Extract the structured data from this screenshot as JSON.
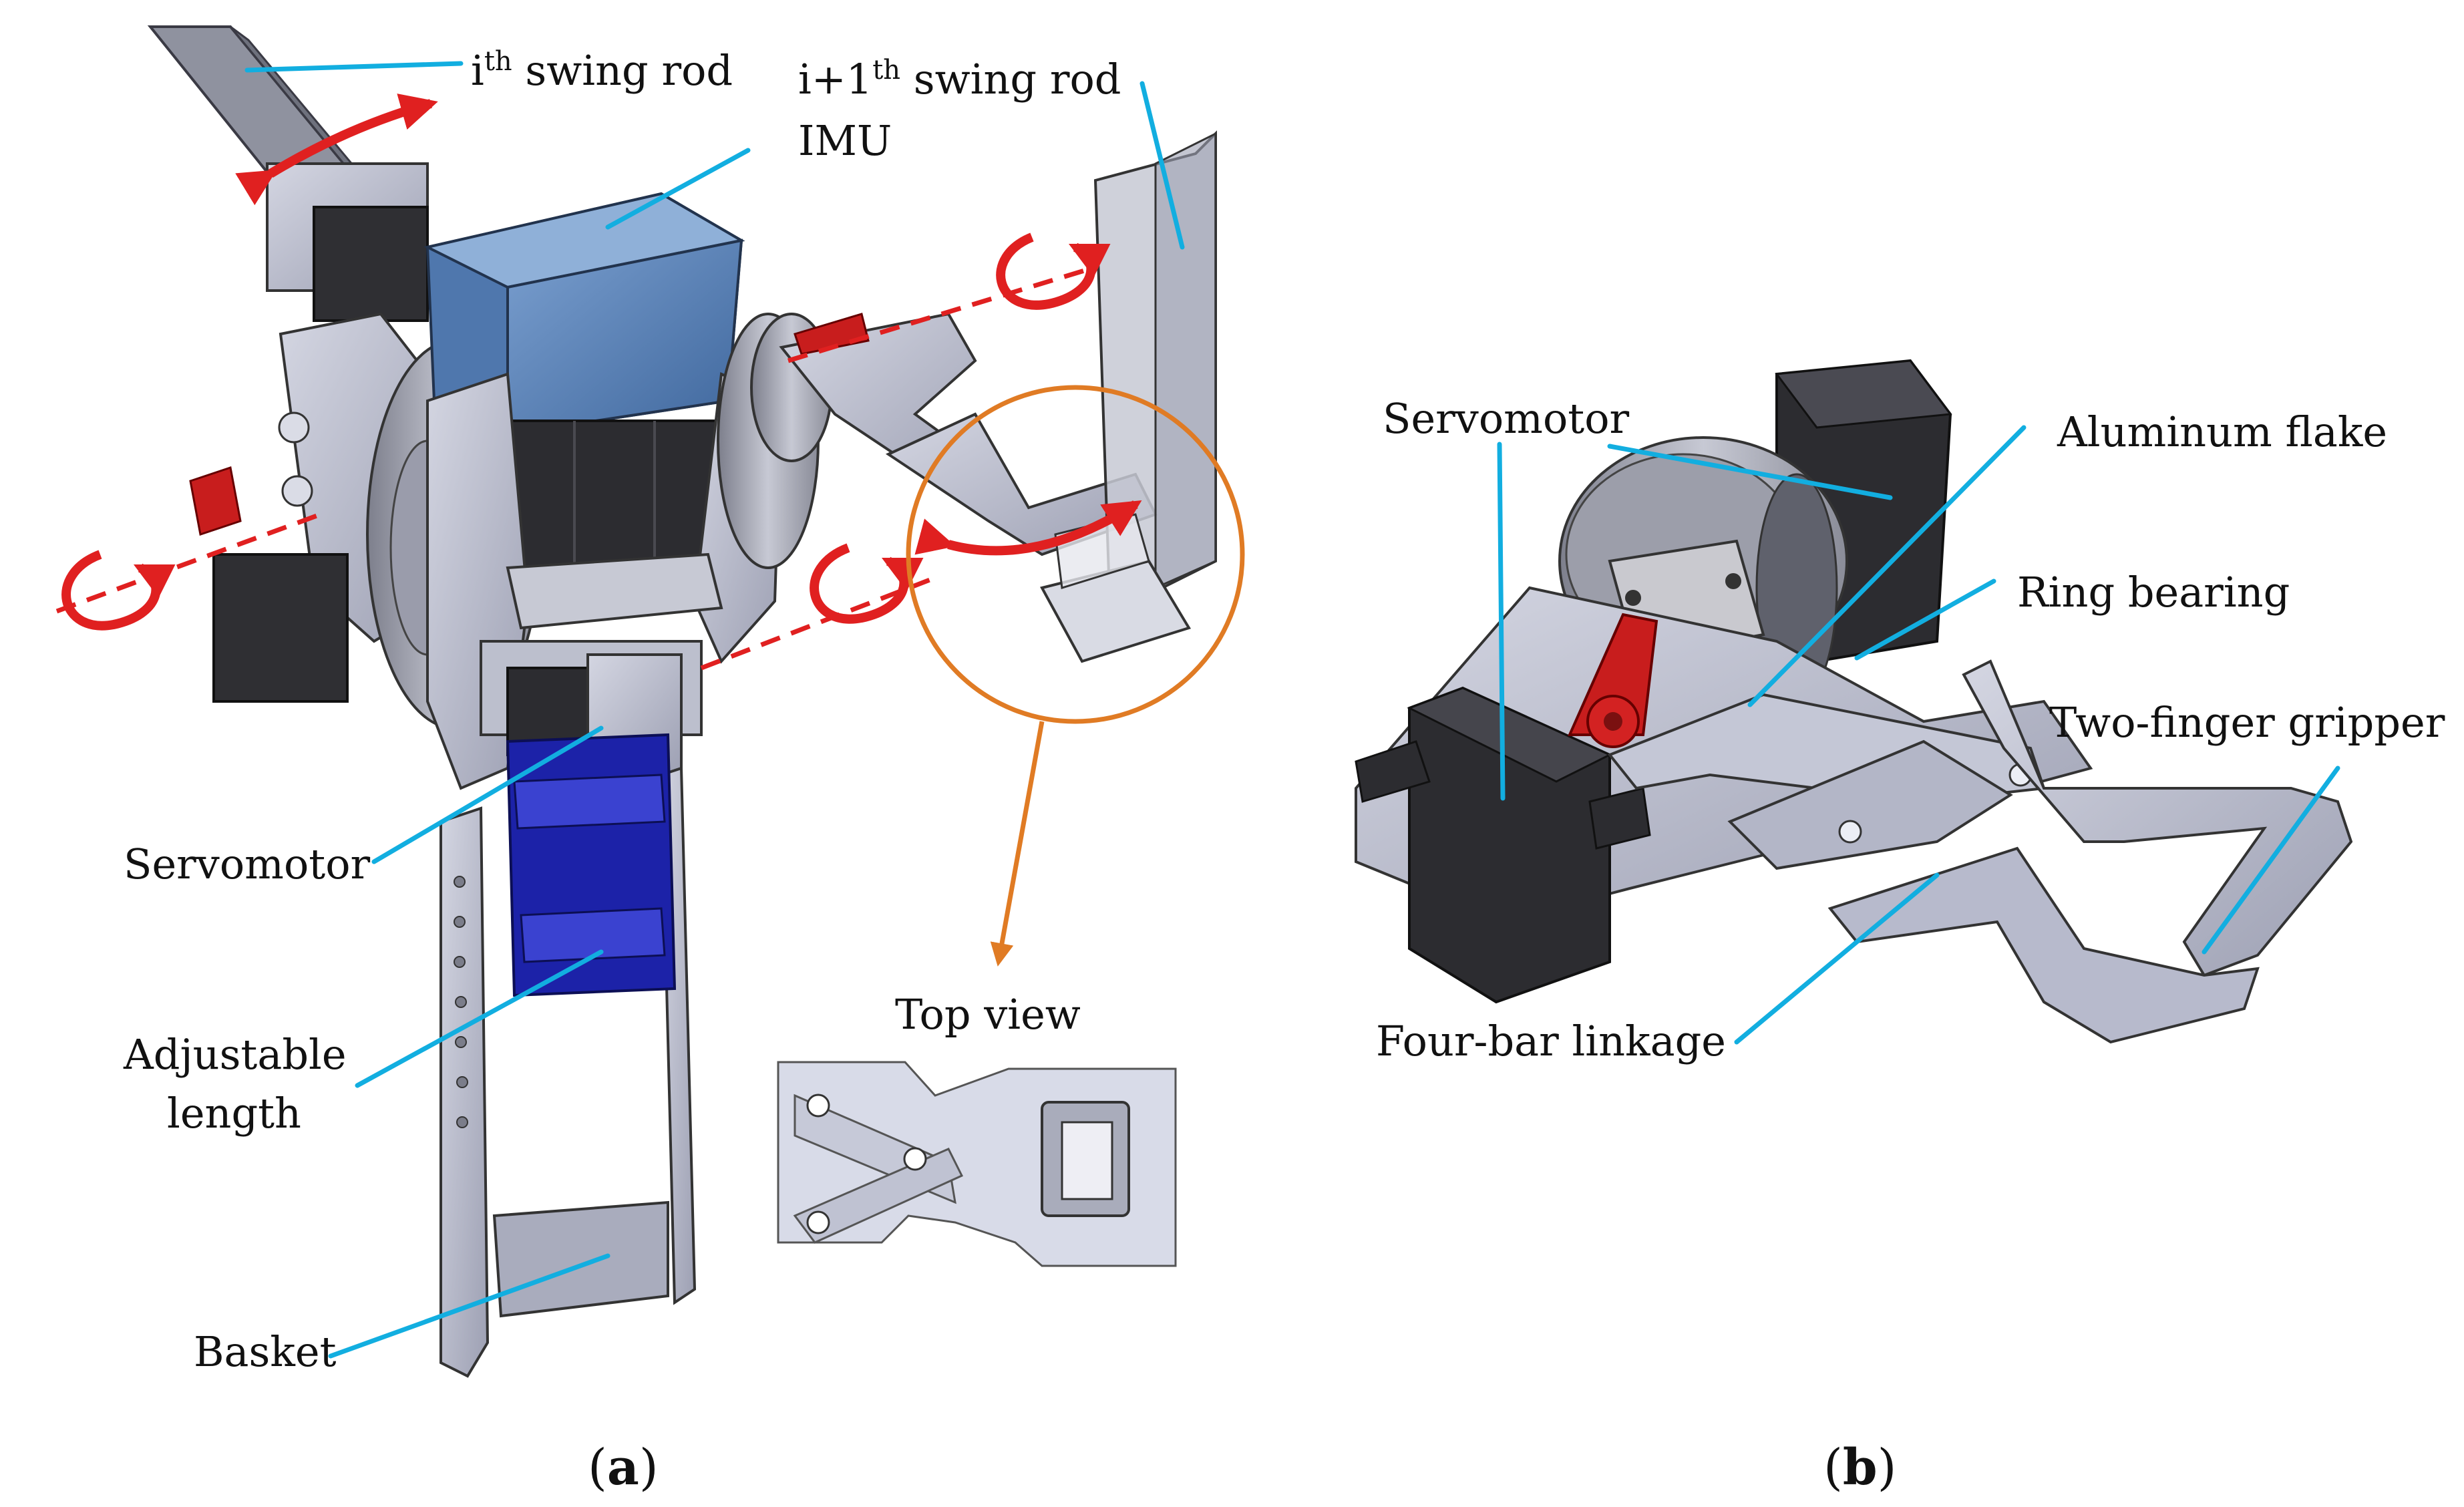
{
  "panel_a": {
    "labels": {
      "ith_rod_i": "i",
      "ith_rod_sup": "th",
      "ith_rod_text": " swing rod",
      "next_rod_pre": "i+1",
      "next_rod_sup": "th",
      "next_rod_text": " swing rod",
      "imu": "IMU",
      "servomotor": "Servomotor",
      "adjustable_1": "Adjustable",
      "adjustable_2": "length",
      "basket": "Basket",
      "top_view": "Top view"
    },
    "caption_open": "(",
    "caption_letter": "a",
    "caption_close": ")"
  },
  "panel_b": {
    "labels": {
      "servomotor": "Servomotor",
      "aluminum_flake": "Aluminum flake",
      "ring_bearing": "Ring bearing",
      "two_finger_gripper": "Two-finger gripper",
      "four_bar_linkage": "Four-bar linkage"
    },
    "caption_open": "(",
    "caption_letter": "b",
    "caption_close": ")"
  },
  "colors": {
    "leader_line": "#12aee0",
    "rotation_arrow": "#e02020",
    "callout_circle": "#e07b24",
    "imu_block": "#5b84b8",
    "basket_blue": "#1c22a8",
    "metal_gray": "#b9bccb",
    "servo_black": "#2e2e2e"
  }
}
